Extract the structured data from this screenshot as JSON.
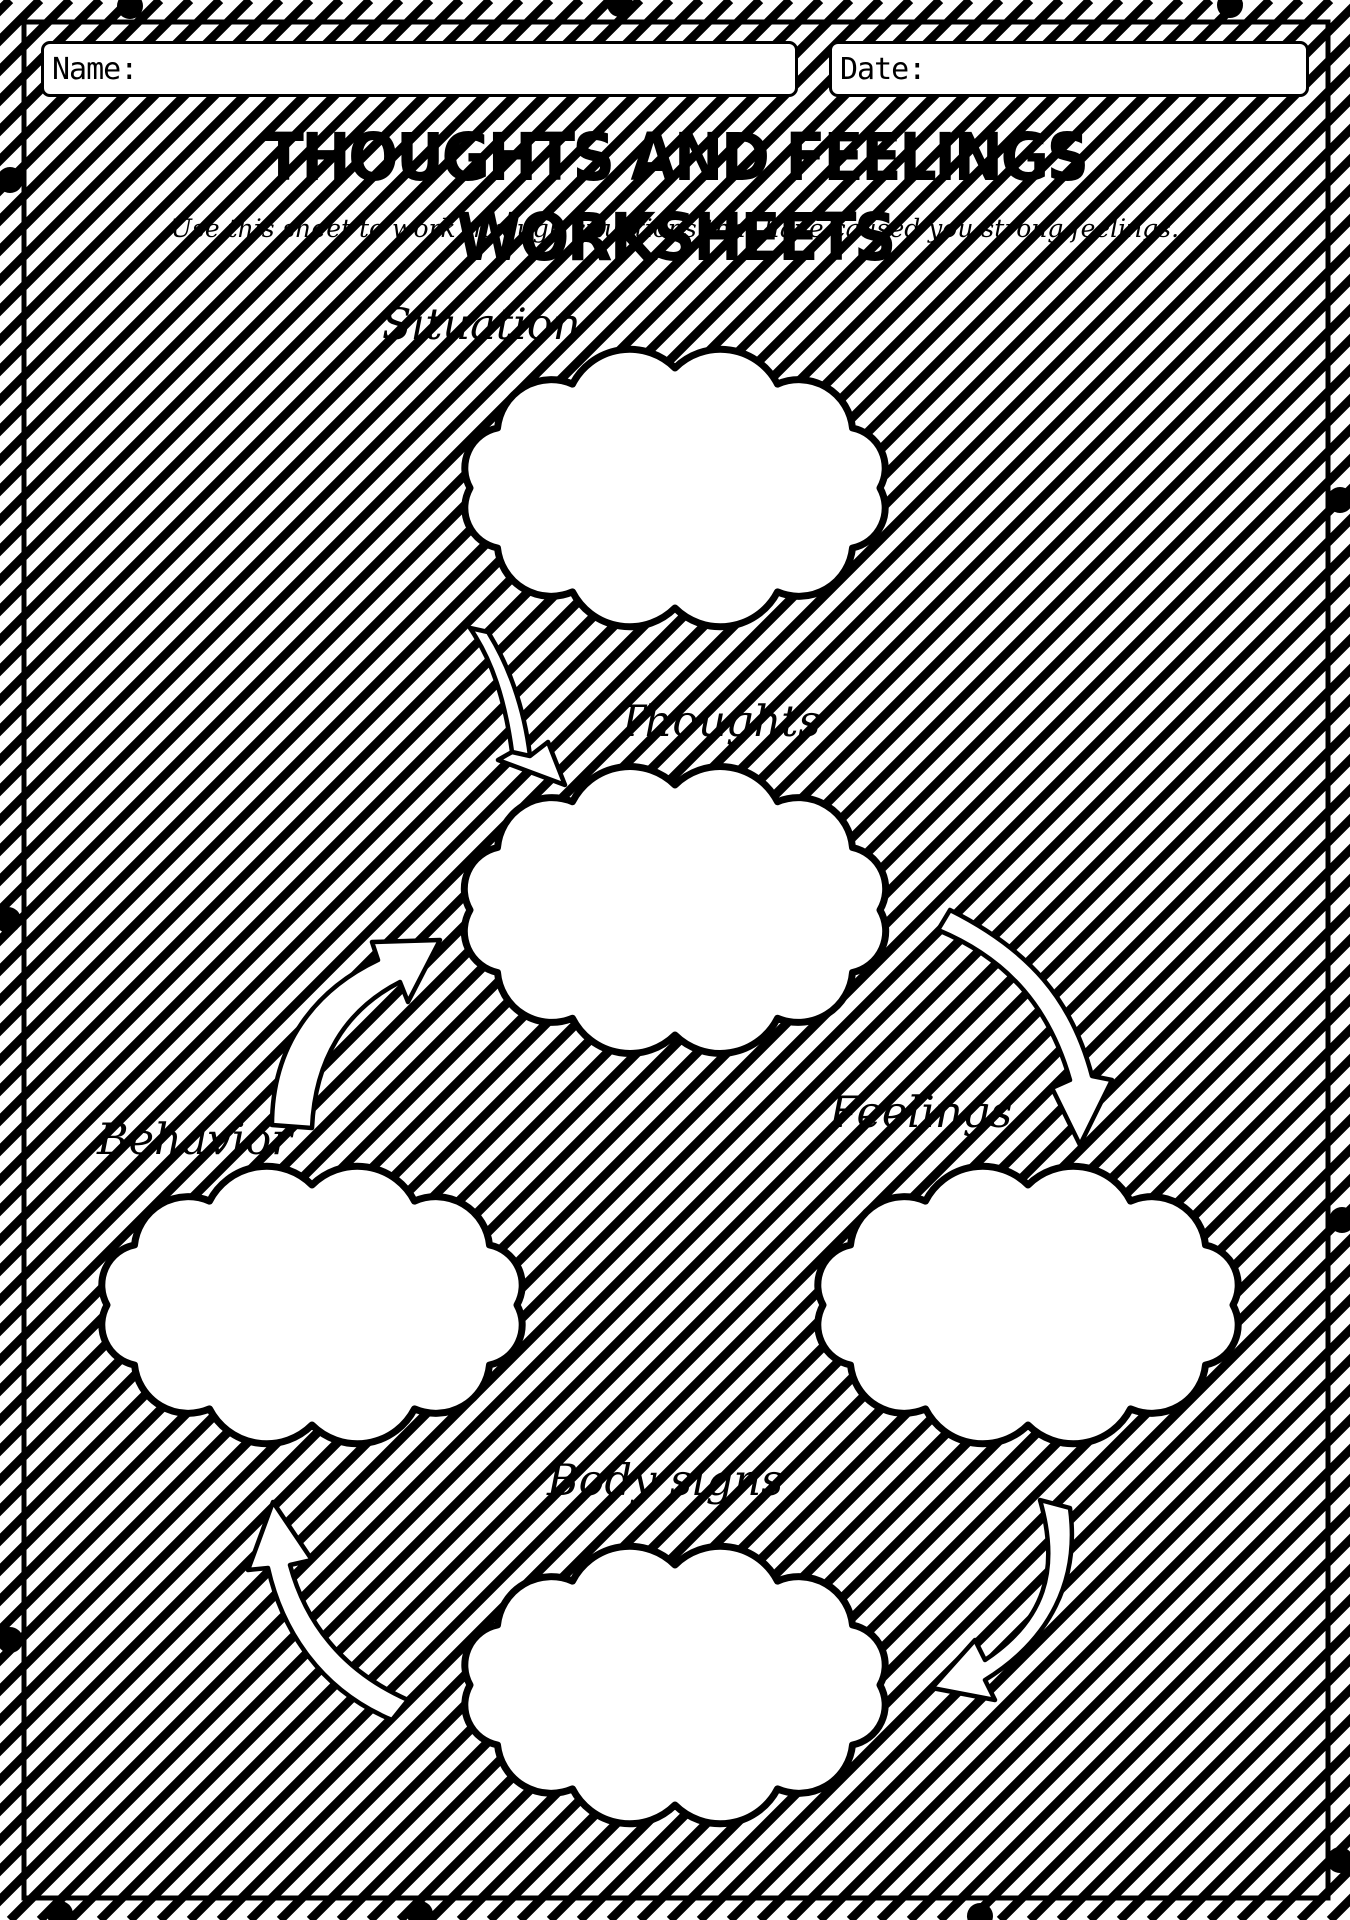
{
  "header": {
    "name_label": "Name:",
    "date_label": "Date:"
  },
  "title": "THOUGHTS AND FEELINGS WORKSHEETS",
  "subtitle": "Use this sheet to work through situations that have caused you strong feelings.",
  "nodes": {
    "situation": "Situation",
    "thoughts": "Thoughts",
    "feelings": "Feelings",
    "behavior": "Behavior",
    "body_signs": "Body signs"
  },
  "colors": {
    "ink": "#000000",
    "paper": "#ffffff"
  }
}
